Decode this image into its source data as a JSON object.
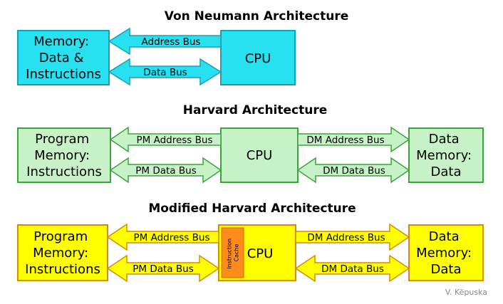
{
  "von_neumann": {
    "title": "Von Neumann Architecture",
    "memory": [
      "Memory:",
      "Data &",
      "Instructions"
    ],
    "cpu": "CPU",
    "address_bus": "Address Bus",
    "data_bus": "Data Bus"
  },
  "harvard": {
    "title": "Harvard Architecture",
    "program_memory": [
      "Program",
      "Memory:",
      "Instructions"
    ],
    "cpu": "CPU",
    "data_memory": [
      "Data",
      "Memory:",
      "Data"
    ],
    "pm_address_bus": "PM Address Bus",
    "pm_data_bus": "PM Data Bus",
    "dm_address_bus": "DM Address Bus",
    "dm_data_bus": "DM Data Bus"
  },
  "modified_harvard": {
    "title": "Modified Harvard Architecture",
    "program_memory": [
      "Program",
      "Memory:",
      "Instructions"
    ],
    "cpu": "CPU",
    "instruction_cache": [
      "Instruction",
      "Cache"
    ],
    "data_memory": [
      "Data",
      "Memory:",
      "Data"
    ],
    "pm_address_bus": "PM Address Bus",
    "pm_data_bus": "PM Data Bus",
    "dm_address_bus": "DM Address Bus",
    "dm_data_bus": "DM Data Bus"
  },
  "credit": "V. Këpuska",
  "colors": {
    "cyan_fill": "#27e0f0",
    "cyan_stroke": "#1a9fb5",
    "green_fill": "#c7f2c7",
    "green_stroke": "#3aa53a",
    "yellow_fill": "#ffff00",
    "yellow_stroke": "#d98a00",
    "cache_fill": "#ff8c1a"
  }
}
